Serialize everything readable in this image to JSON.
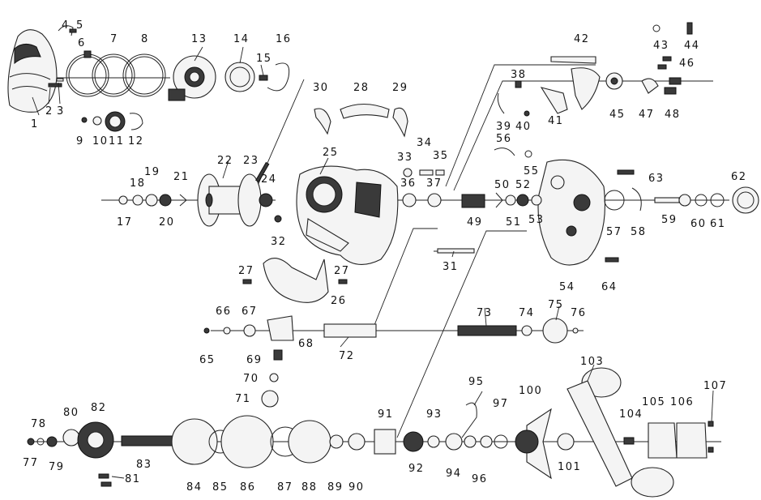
{
  "diagram": {
    "callouts": [
      "1",
      "2",
      "3",
      "4",
      "5",
      "6",
      "7",
      "8",
      "9",
      "10",
      "11",
      "12",
      "13",
      "14",
      "15",
      "16",
      "17",
      "18",
      "19",
      "20",
      "21",
      "22",
      "23",
      "24",
      "25",
      "26",
      "27",
      "28",
      "29",
      "30",
      "31",
      "32",
      "33",
      "34",
      "35",
      "36",
      "37",
      "38",
      "39",
      "40",
      "41",
      "42",
      "43",
      "44",
      "45",
      "46",
      "47",
      "48",
      "49",
      "50",
      "51",
      "52",
      "53",
      "54",
      "55",
      "56",
      "57",
      "58",
      "59",
      "60",
      "61",
      "62",
      "63",
      "64",
      "65",
      "66",
      "67",
      "68",
      "69",
      "70",
      "71",
      "72",
      "73",
      "74",
      "75",
      "76",
      "77",
      "78",
      "79",
      "80",
      "81",
      "82",
      "83",
      "84",
      "85",
      "86",
      "87",
      "88",
      "89",
      "90",
      "91",
      "92",
      "93",
      "94",
      "95",
      "96",
      "97",
      "100",
      "101",
      "103",
      "104",
      "105",
      "106",
      "107"
    ]
  }
}
